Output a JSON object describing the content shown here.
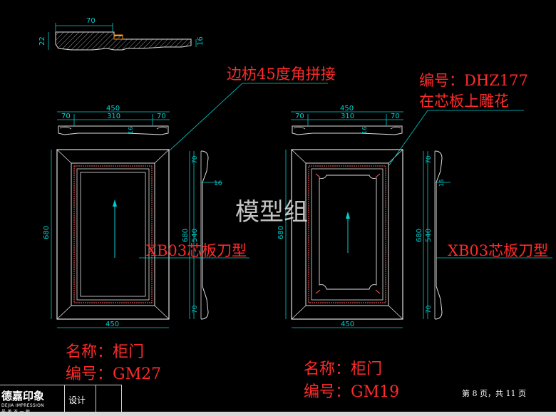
{
  "watermark": "模型组",
  "annotations": {
    "joint_note": "边枋45度角拼接",
    "code_note_line1": "编号：DHZ177",
    "code_note_line2": "在芯板上雕花",
    "left_profile_note": "XB03芯板刀型",
    "right_profile_note": "XB03芯板刀型"
  },
  "left_door": {
    "name": "名称：柜门",
    "code": "编号：GM27"
  },
  "right_door": {
    "name": "名称：柜门",
    "code": "编号：GM19"
  },
  "dimensions": {
    "top_section_width": "70",
    "top_section_h1": "22",
    "top_section_h2": "16",
    "rail_total": "450",
    "rail_side": "70",
    "rail_mid": "310",
    "rail_small": "16",
    "door_height": "680",
    "door_width": "450",
    "side_height_680": "680",
    "side_height_540": "540",
    "side_70": "70",
    "side_16": "16"
  },
  "page_info": "第 8  页，共 11 页",
  "title_block": {
    "company_big": "德嘉印象",
    "company_small": "DEJIA IMPRESSION",
    "company_tag": "最 美 不 一 般",
    "design_label": "设计"
  },
  "colors": {
    "background": "#000000",
    "lines": "#e0e0e0",
    "dimensions": "#00d0d0",
    "annotation_text": "#ff2a2a",
    "inner_frame": "#ff6060"
  }
}
